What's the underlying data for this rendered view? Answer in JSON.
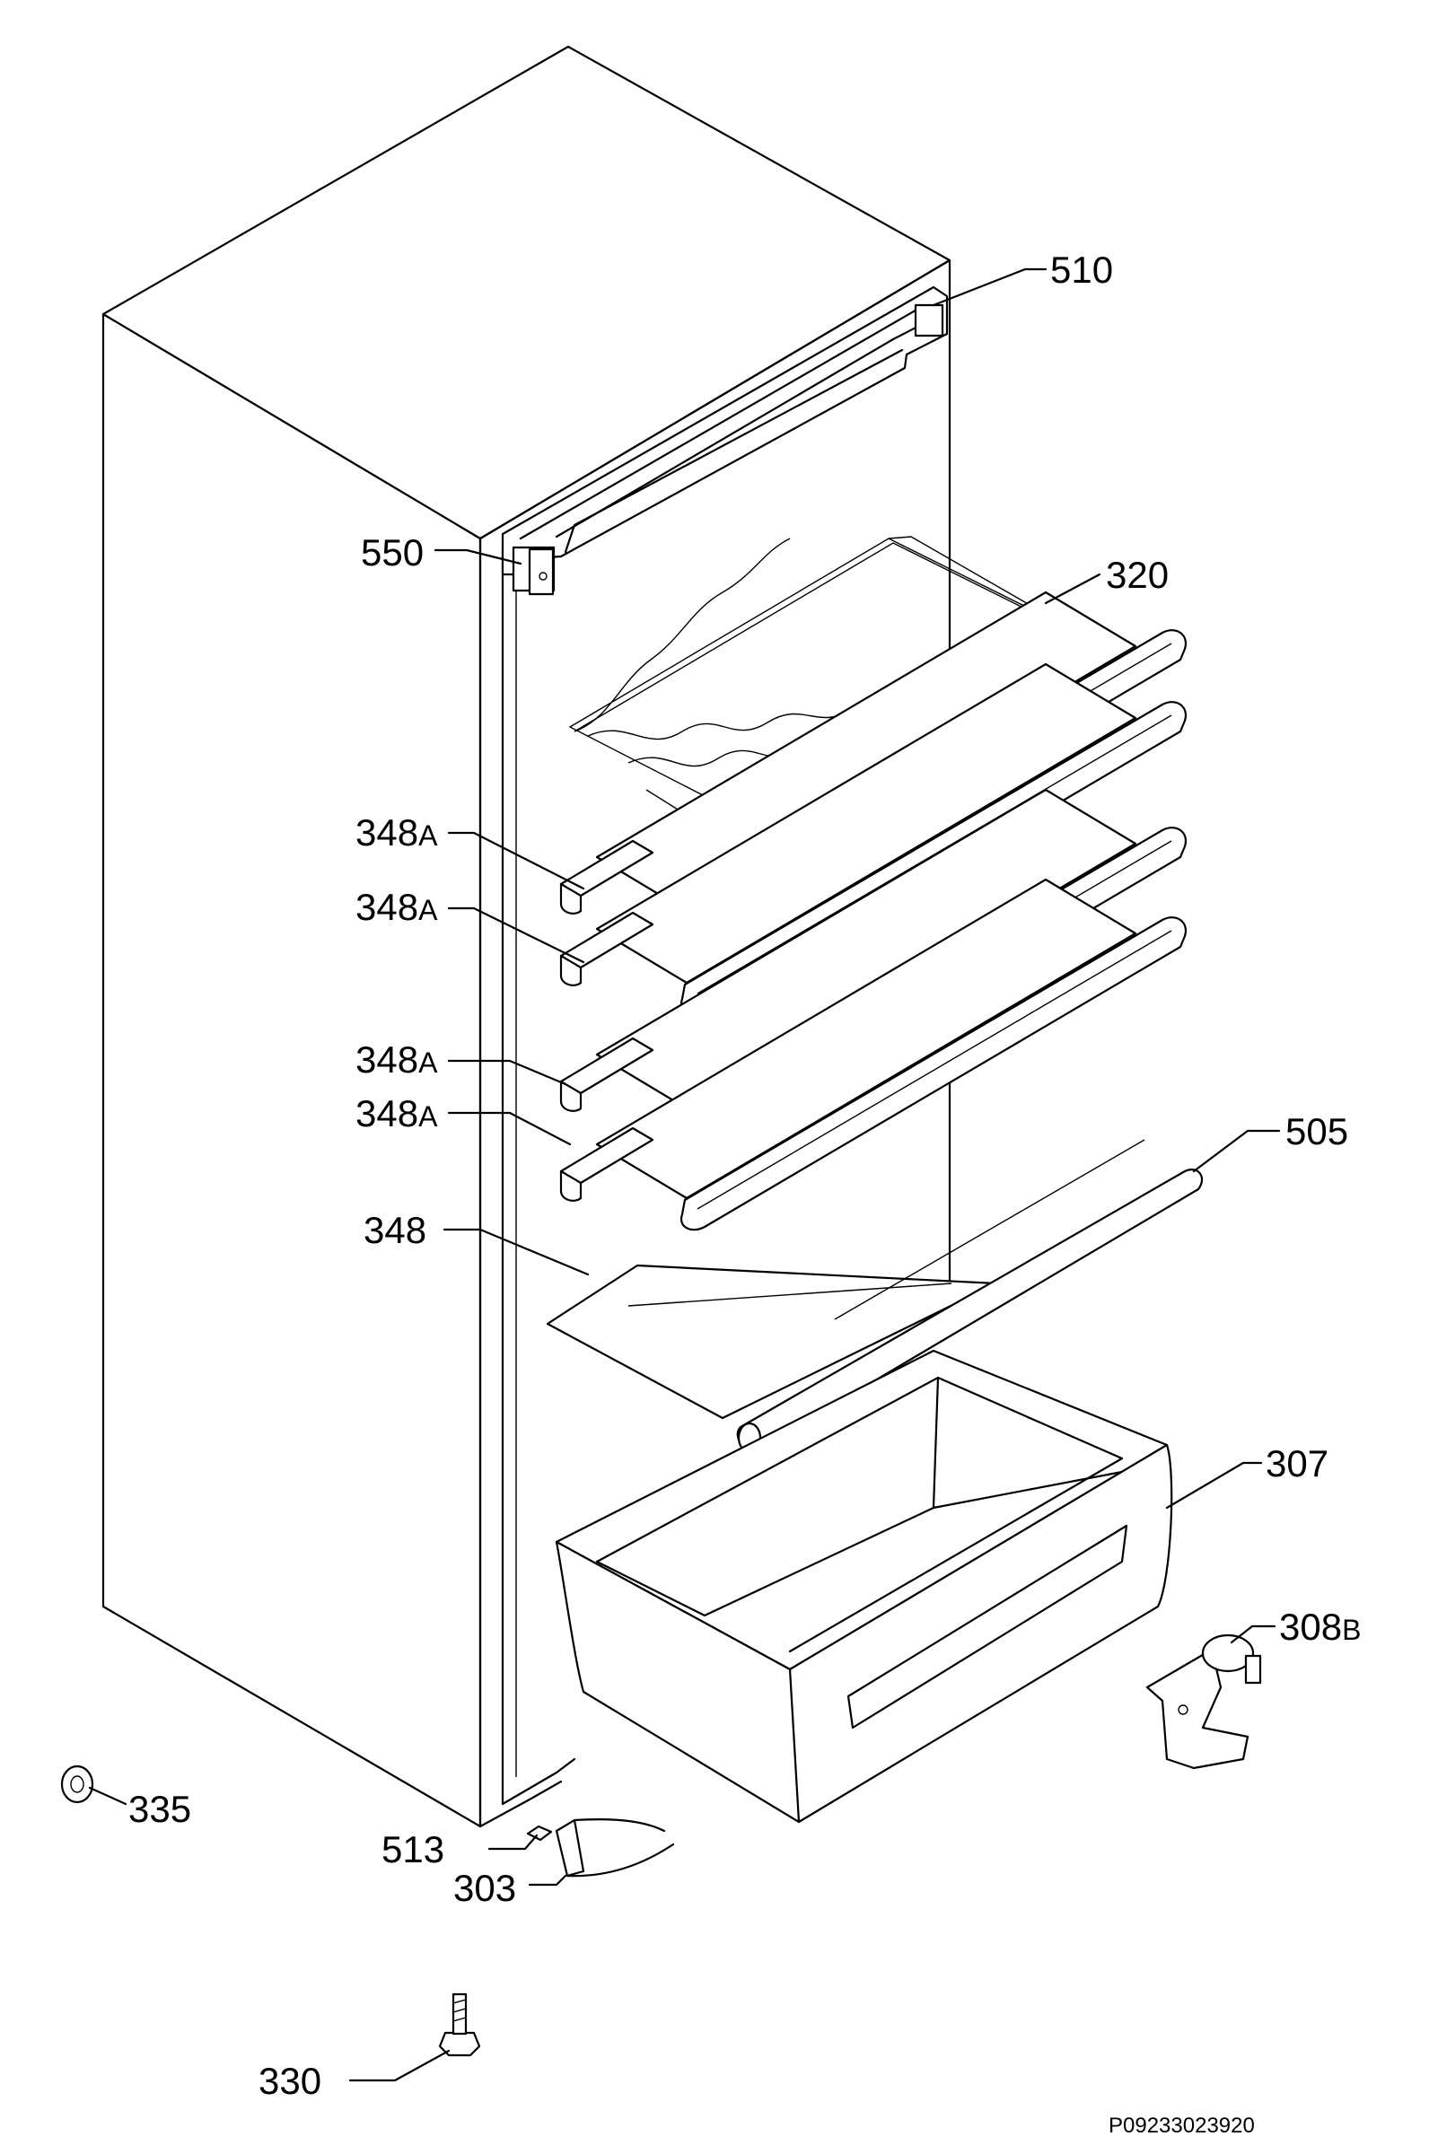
{
  "diagram": {
    "labels": {
      "p510": "510",
      "p550": "550",
      "p320": "320",
      "p348a_1": "348",
      "p348a_2": "348",
      "p348a_3": "348",
      "p348a_4": "348",
      "p348a_suffix": "A",
      "p348": "348",
      "p505": "505",
      "p307": "307",
      "p308b": "308",
      "p308b_suffix": "B",
      "p335": "335",
      "p513": "513",
      "p303": "303",
      "p330": "330"
    },
    "drawing_code": "P09233023920"
  }
}
